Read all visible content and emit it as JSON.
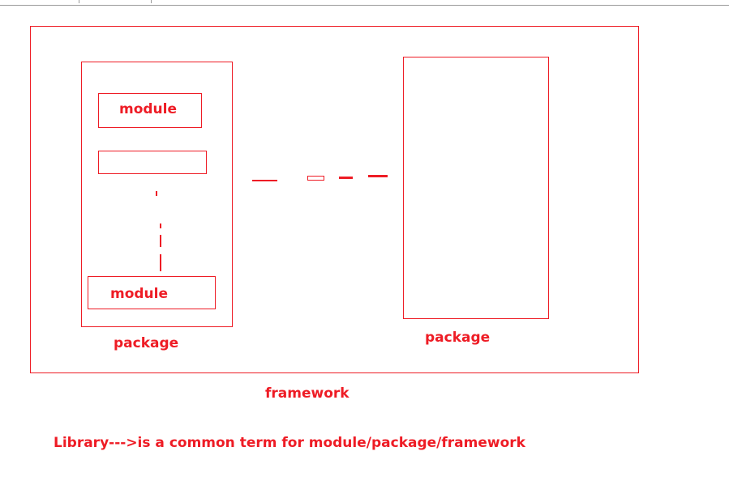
{
  "diagram": {
    "framework_label": "framework",
    "package_left_label": "package",
    "package_right_label": "package",
    "module_top_label": "module",
    "module_middle_label": "",
    "module_bottom_label": "module",
    "caption": "Library--->is a common term for module/package/framework"
  },
  "colors": {
    "accent": "#ee1c25"
  }
}
